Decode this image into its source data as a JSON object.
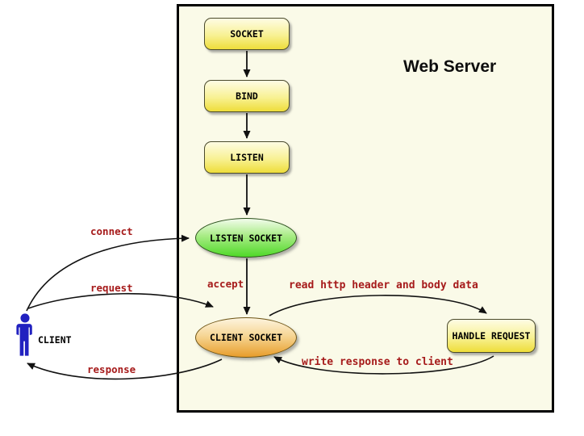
{
  "diagram": {
    "title": "Web Server",
    "client_label": "CLIENT",
    "nodes": {
      "socket": {
        "label": "SOCKET",
        "shape": "box"
      },
      "bind": {
        "label": "BIND",
        "shape": "box"
      },
      "listen": {
        "label": "LISTEN",
        "shape": "box"
      },
      "listen_socket": {
        "label": "LISTEN SOCKET",
        "shape": "ellipse"
      },
      "client_socket": {
        "label": "CLIENT SOCKET",
        "shape": "ellipse"
      },
      "handle_request": {
        "label": "HANDLE REQUEST",
        "shape": "box"
      }
    },
    "edges": [
      {
        "from": "socket",
        "to": "bind",
        "label": ""
      },
      {
        "from": "bind",
        "to": "listen",
        "label": ""
      },
      {
        "from": "listen",
        "to": "listen_socket",
        "label": ""
      },
      {
        "from": "listen_socket",
        "to": "client_socket",
        "label": "accept"
      },
      {
        "from": "client",
        "to": "listen_socket",
        "label": "connect"
      },
      {
        "from": "client",
        "to": "client_socket",
        "label": "request"
      },
      {
        "from": "client_socket",
        "to": "client",
        "label": "response"
      },
      {
        "from": "client_socket",
        "to": "handle_request",
        "label": "read http header and body data"
      },
      {
        "from": "handle_request",
        "to": "client_socket",
        "label": "write response to client"
      }
    ]
  },
  "colors": {
    "label_red": "#a61b1b",
    "client_blue": "#2121c0",
    "rect_bg": "#fafae8",
    "box_grad_top": "#fefce4",
    "box_grad_mid": "#f8f193",
    "box_grad_bottom": "#eedd3a",
    "green_top": "#f2fcec",
    "green_mid": "#a8ec85",
    "green_bottom": "#4fd928",
    "orange_top": "#fdf4de",
    "orange_mid": "#f6d695",
    "orange_bottom": "#e89d2b"
  }
}
